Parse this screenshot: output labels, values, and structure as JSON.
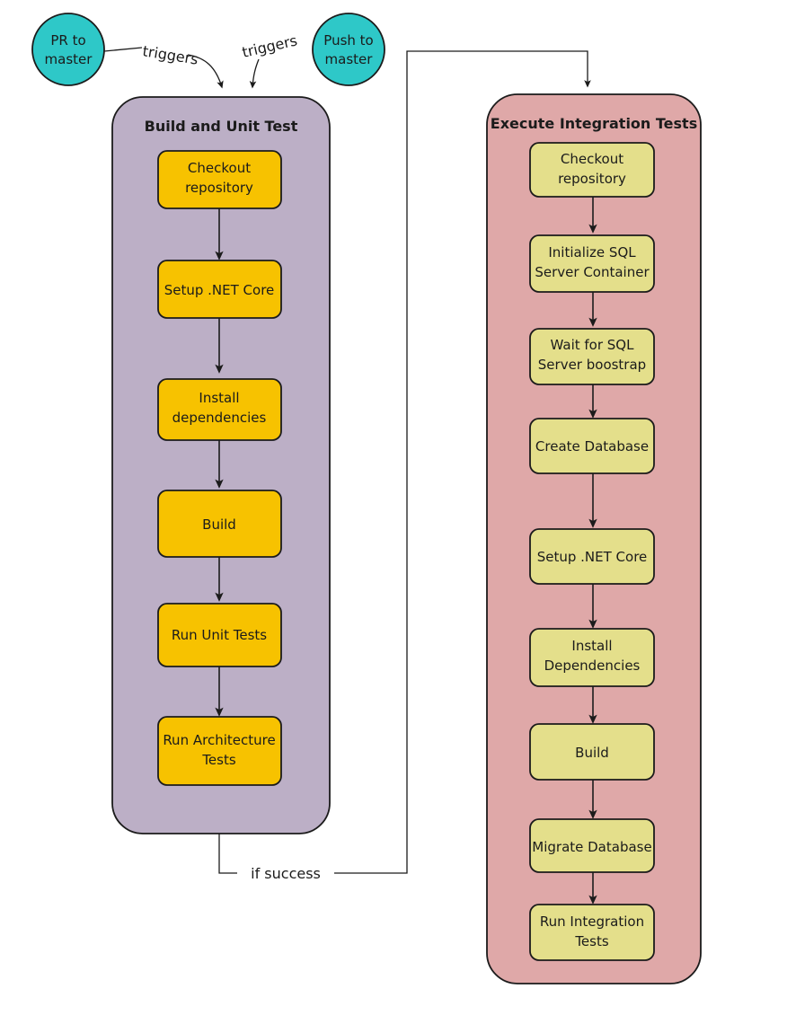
{
  "diagram": {
    "title": "CI/CD pipeline flowchart",
    "colors": {
      "trigger_fill": "#2ec8c8",
      "group_build_fill": "#bcafc6",
      "group_integration_fill": "#dfa8a8",
      "step_build_fill": "#f7c200",
      "step_integration_fill": "#e4df8b",
      "stroke": "#1b1b1b",
      "background": "#ffffff"
    },
    "triggers": [
      {
        "id": "pr-to-master",
        "line1": "PR to",
        "line2": "master",
        "edge_label": "triggers"
      },
      {
        "id": "push-to-master",
        "line1": "Push to",
        "line2": "master",
        "edge_label": "triggers"
      }
    ],
    "groups": [
      {
        "id": "build-and-unit-test",
        "title": "Build and Unit Test",
        "steps": [
          {
            "id": "checkout-repository",
            "line1": "Checkout",
            "line2": "repository"
          },
          {
            "id": "setup-dotnet-core",
            "line1": "Setup .NET Core",
            "line2": ""
          },
          {
            "id": "install-dependencies",
            "line1": "Install",
            "line2": "dependencies"
          },
          {
            "id": "build",
            "line1": "Build",
            "line2": ""
          },
          {
            "id": "run-unit-tests",
            "line1": "Run Unit Tests",
            "line2": ""
          },
          {
            "id": "run-architecture-tests",
            "line1": "Run Architecture",
            "line2": "Tests"
          }
        ]
      },
      {
        "id": "execute-integration-tests",
        "title": "Execute Integration Tests",
        "steps": [
          {
            "id": "checkout-repository",
            "line1": "Checkout",
            "line2": "repository"
          },
          {
            "id": "initialize-sql-server-container",
            "line1": "Initialize SQL",
            "line2": "Server Container"
          },
          {
            "id": "wait-for-sql-server-boostrap",
            "line1": "Wait for SQL",
            "line2": "Server boostrap"
          },
          {
            "id": "create-database",
            "line1": "Create Database",
            "line2": ""
          },
          {
            "id": "setup-dotnet-core",
            "line1": "Setup .NET Core",
            "line2": ""
          },
          {
            "id": "install-dependencies",
            "line1": "Install",
            "line2": "Dependencies"
          },
          {
            "id": "build",
            "line1": "Build",
            "line2": ""
          },
          {
            "id": "migrate-database",
            "line1": "Migrate Database",
            "line2": ""
          },
          {
            "id": "run-integration-tests",
            "line1": "Run Integration",
            "line2": "Tests"
          }
        ]
      }
    ],
    "connectors": [
      {
        "id": "if-success",
        "label": "if success"
      }
    ]
  }
}
